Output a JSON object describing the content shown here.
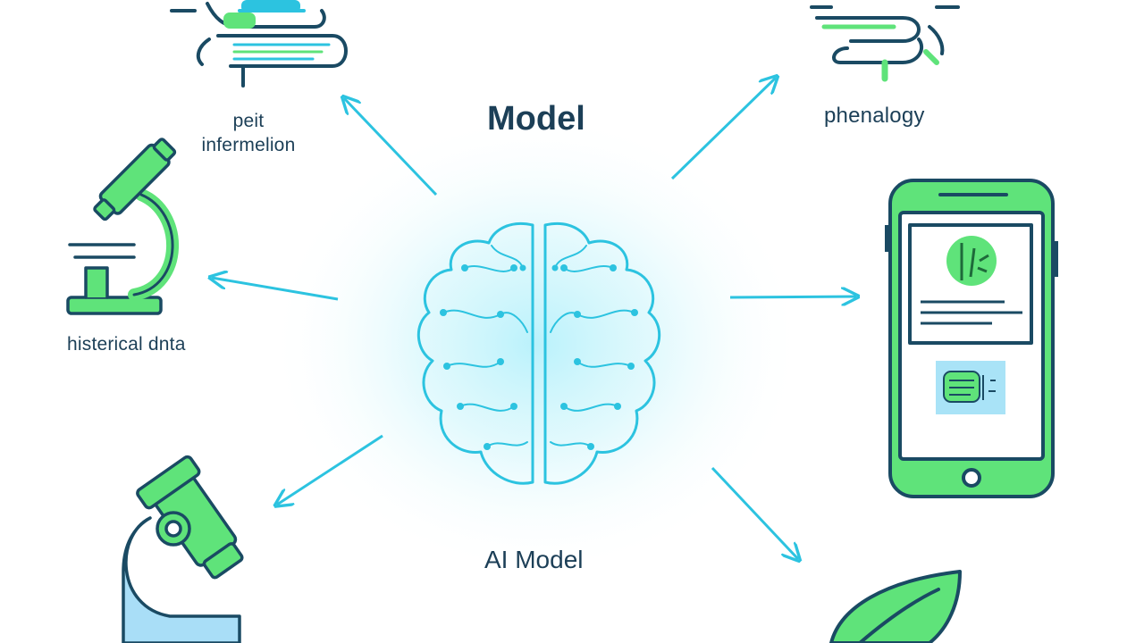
{
  "diagram": {
    "center_title": "Model",
    "center_caption": "AI Model",
    "labels": {
      "pest_line1": "peit",
      "pest_line2": "infermelion",
      "phenology": "phenalogy",
      "historical": "histerical dnta"
    },
    "icons": [
      "brain-icon",
      "satellite-icon",
      "weather-icon",
      "microscope-icon",
      "microscope-icon",
      "smartphone-icon",
      "leaf-icon"
    ],
    "colors": {
      "line": "#1a4a63",
      "green": "#5fe37a",
      "green_dark": "#1e8a3f",
      "cyan": "#2cc3e0",
      "glow": "#bdf2fa"
    }
  }
}
